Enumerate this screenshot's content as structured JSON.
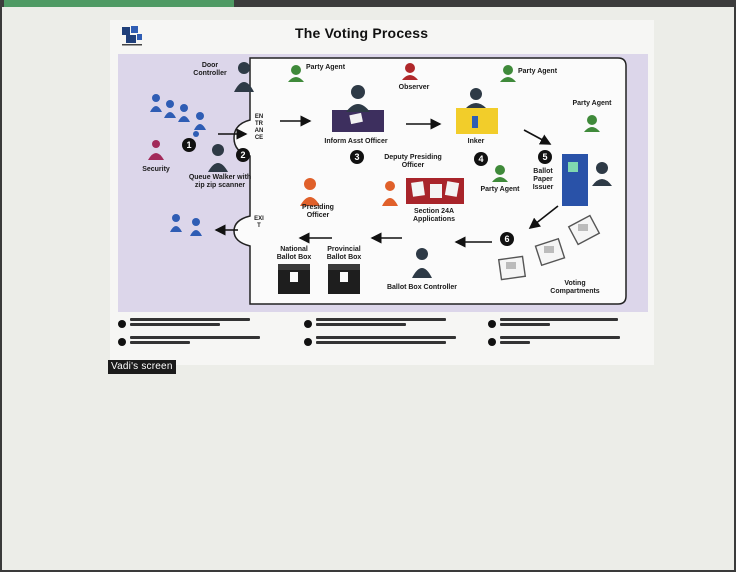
{
  "title": "The Voting Process",
  "caption": "Vadi's screen",
  "labels": {
    "door_controller": "Door Controller",
    "party_agent_1": "Party Agent",
    "observer": "Observer",
    "party_agent_2": "Party Agent",
    "party_agent_3": "Party Agent",
    "party_agent_4": "Party Agent",
    "security": "Security",
    "queue_walker": "Queue Walker with zip zip scanner",
    "entrance": "ENTRANCE",
    "exit": "EXIT",
    "info_officer": "Inform Asst Officer",
    "inkers": "Inker",
    "deputy_presiding": "Deputy Presiding Officer",
    "presiding_officer": "Presiding Officer",
    "section_24a": "Section 24A Applications",
    "ballot_paper_issuer": "Ballot Paper Issuer",
    "voting_compartments": "Voting Compartments",
    "ballot_box_controller": "Ballot Box Controller",
    "national_ballot_box": "National Ballot Box",
    "provincial_ballot_box": "Provincial Ballot Box"
  },
  "steps": [
    "1",
    "2",
    "3",
    "4",
    "5",
    "6"
  ],
  "colors": {
    "voter_blue": "#2f5db4",
    "agent_green": "#3f8a3a",
    "observer_red": "#b0282a",
    "staff_dark": "#2e3a46",
    "officer_orange": "#e0602a",
    "inker_yellow": "#f2cd2a",
    "issuer_blue": "#2952a8"
  },
  "icons": [
    "logo-icon",
    "person-icon",
    "ballot-box-icon",
    "voting-booth-icon",
    "arrow-icon"
  ]
}
